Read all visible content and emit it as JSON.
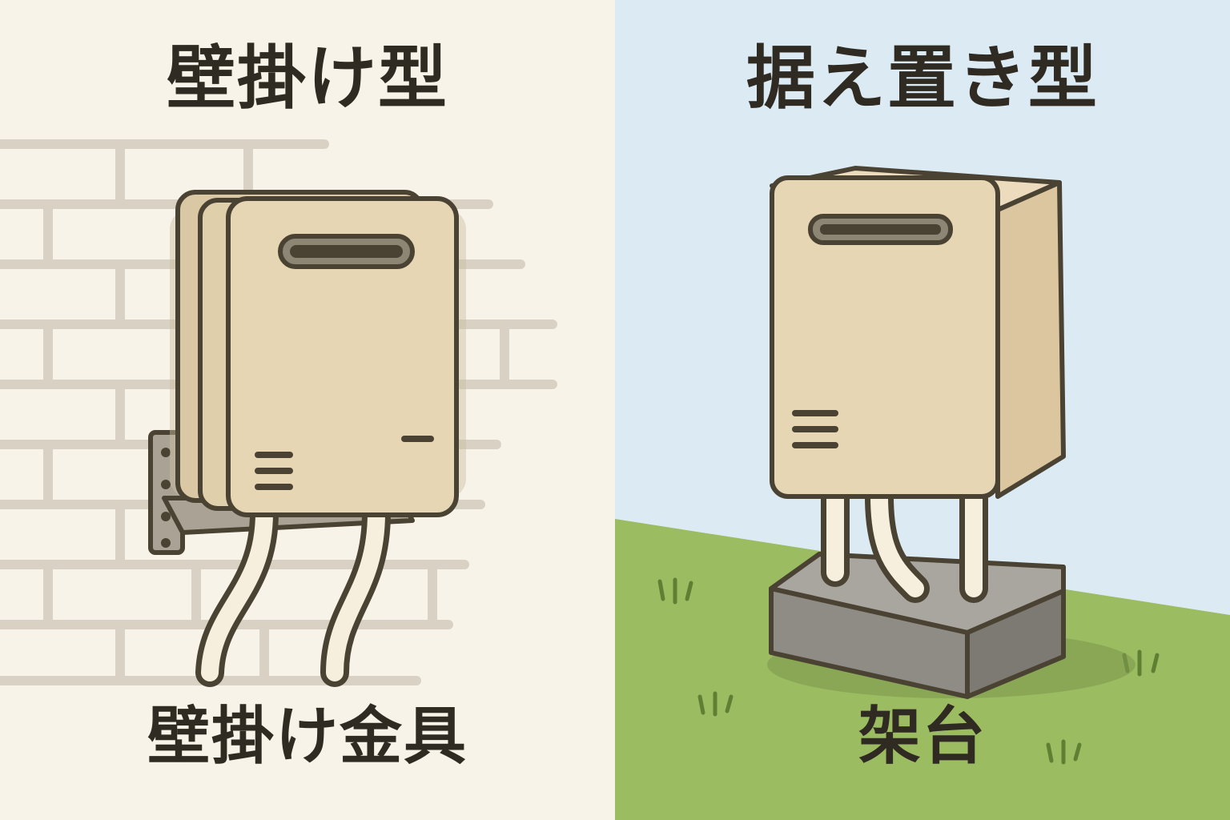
{
  "wall_mount": {
    "title": "壁掛け型",
    "caption": "壁掛け金具"
  },
  "floor_stand": {
    "title": "据え置き型",
    "caption": "架台"
  },
  "colors": {
    "left_background": "#f8f3e9",
    "right_sky": "#dcebf3",
    "grass": "#9cbc62",
    "unit_body": "#e7d6b3",
    "outline": "#4a4232",
    "bracket": "#aaa395",
    "stand_base": "#8f8c86",
    "brick_line": "#d8d1c4"
  }
}
